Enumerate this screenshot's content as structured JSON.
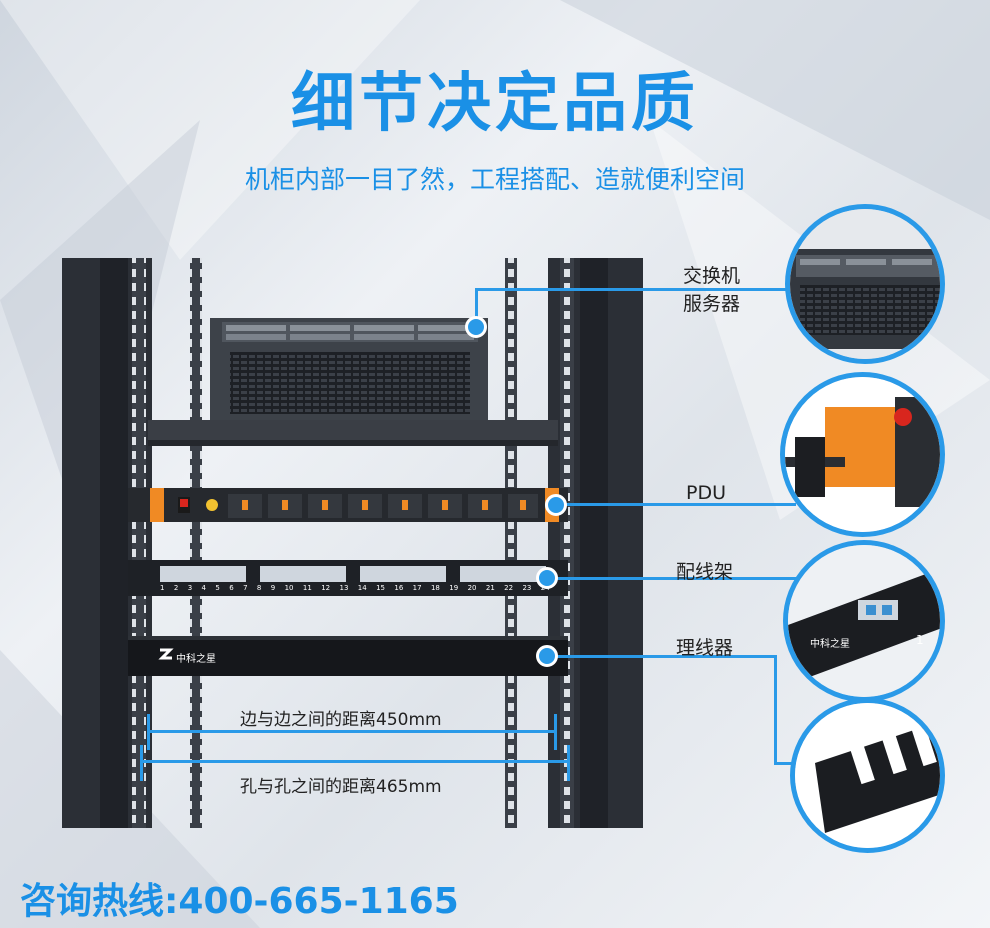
{
  "header": {
    "title": "细节决定品质",
    "subtitle": "机柜内部一目了然，工程搭配、造就便利空间"
  },
  "callouts": {
    "switch_server": [
      "交换机",
      "服务器"
    ],
    "pdu": "PDU",
    "patch_panel": "配线架",
    "cable_manager": "理线器"
  },
  "dimensions": {
    "edge_distance": "边与边之间的距离450mm",
    "hole_distance": "孔与孔之间的距离465mm"
  },
  "brand": {
    "logo_text": "中科之星",
    "panel_number": "1"
  },
  "patch_panel": {
    "port_numbers": [
      "1",
      "2",
      "3",
      "4",
      "5",
      "6",
      "7",
      "8",
      "9",
      "10",
      "11",
      "12",
      "13",
      "14",
      "15",
      "16",
      "17",
      "18",
      "19",
      "20",
      "21",
      "22",
      "23",
      "24"
    ]
  },
  "footer": {
    "hotline": "咨询热线:400-665-1165"
  },
  "colors": {
    "accent": "#1a90e6",
    "rack": "#2b2f36",
    "pdu_orange": "#f08a24"
  }
}
